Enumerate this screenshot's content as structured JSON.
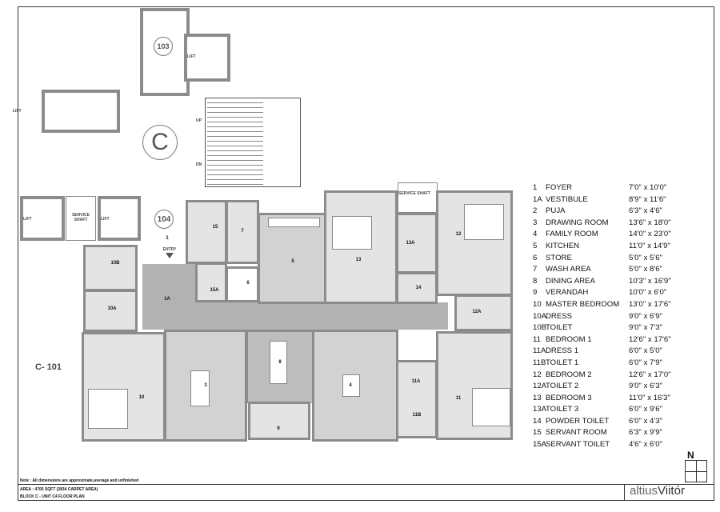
{
  "core": {
    "tag_c": "C",
    "tag_103": "103",
    "tag_104": "104",
    "lift": "LIFT",
    "service_shaft": "SERVICE SHAFT",
    "up": "UP",
    "dn": "DN",
    "entry": "ENTRY",
    "unit_label": "C- 101"
  },
  "plan": {
    "rooms": [
      {
        "label": "1"
      },
      {
        "label": "1A"
      },
      {
        "label": "3"
      },
      {
        "label": "4"
      },
      {
        "label": "5"
      },
      {
        "label": "6"
      },
      {
        "label": "7"
      },
      {
        "label": "8"
      },
      {
        "label": "9"
      },
      {
        "label": "10"
      },
      {
        "label": "10A"
      },
      {
        "label": "10B"
      },
      {
        "label": "11"
      },
      {
        "label": "11A"
      },
      {
        "label": "11B"
      },
      {
        "label": "12"
      },
      {
        "label": "12A"
      },
      {
        "label": "13"
      },
      {
        "label": "13A"
      },
      {
        "label": "14"
      },
      {
        "label": "15"
      },
      {
        "label": "15A"
      }
    ]
  },
  "legend": [
    {
      "num": "1",
      "name": "FOYER",
      "size": "7'0\" x 10'0\""
    },
    {
      "num": "1A",
      "name": "VESTIBULE",
      "size": "8'9\" x 11'6\""
    },
    {
      "num": "2",
      "name": "PUJA",
      "size": "6'3\" x 4'6\""
    },
    {
      "num": "3",
      "name": "DRAWING ROOM",
      "size": "13'6\" x 18'0\""
    },
    {
      "num": "4",
      "name": "FAMILY ROOM",
      "size": "14'0\" x 23'0\""
    },
    {
      "num": "5",
      "name": "KITCHEN",
      "size": "11'0\" x 14'9\""
    },
    {
      "num": "6",
      "name": "STORE",
      "size": "5'0\" x 5'6\""
    },
    {
      "num": "7",
      "name": "WASH AREA",
      "size": "5'0\" x 8'6\""
    },
    {
      "num": "8",
      "name": "DINING AREA",
      "size": "10'3\" x 16'9\""
    },
    {
      "num": "9",
      "name": "VERANDAH",
      "size": "10'0\" x 6'0\""
    },
    {
      "num": "10",
      "name": "MASTER BEDROOM",
      "size": "13'0\" x 17'6\""
    },
    {
      "num": "10A",
      "name": "DRESS",
      "size": "9'0\" x 6'9\""
    },
    {
      "num": "10B",
      "name": "TOILET",
      "size": "9'0\" x 7'3\""
    },
    {
      "num": "11",
      "name": "BEDROOM 1",
      "size": "12'6\" x 17'6\""
    },
    {
      "num": "11A",
      "name": "DRESS 1",
      "size": "6'0\" x 5'0\""
    },
    {
      "num": "11B",
      "name": "TOILET 1",
      "size": "6'0\" x 7'9\""
    },
    {
      "num": "12",
      "name": "BEDROOM 2",
      "size": "12'6\" x 17'0\""
    },
    {
      "num": "12A",
      "name": "TOILET 2",
      "size": "9'0\" x 6'3\""
    },
    {
      "num": "13",
      "name": "BEDROOM 3",
      "size": "11'0\" x 16'3\""
    },
    {
      "num": "13A",
      "name": "TOILET 3",
      "size": "6'0\" x 9'6\""
    },
    {
      "num": "14",
      "name": "POWDER TOILET",
      "size": "6'0\" x 4'3\""
    },
    {
      "num": "15",
      "name": "SERVANT ROOM",
      "size": "6'3\" x 9'9\""
    },
    {
      "num": "15A",
      "name": "SERVANT TOILET",
      "size": "4'6\" x 6'0\""
    }
  ],
  "north": "N",
  "note": "Note : All dimensions are approximate,average and unfinished",
  "title_block": {
    "area": "AREA : 4705 SQFT (2834 CARPET AREA)",
    "plan_name": "BLOCK C - UNIT  C4 FLOOR PLAN",
    "brand_light": "altius",
    "brand_bold": "Viitór"
  }
}
